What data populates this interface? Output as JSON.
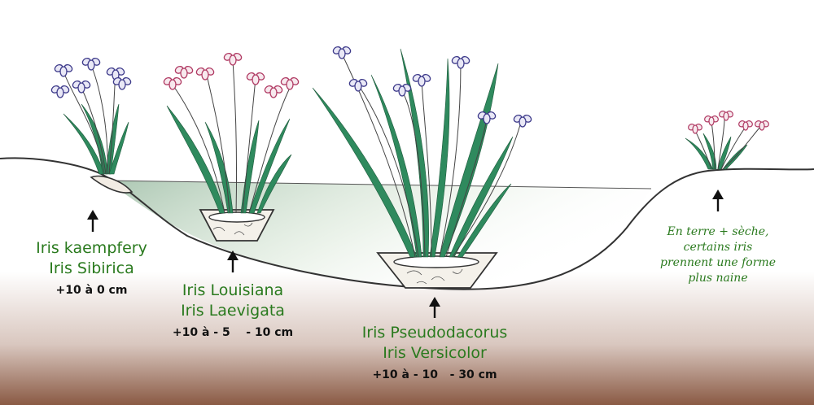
{
  "groups": [
    {
      "name1": "Iris kaempfery",
      "name2": "Iris Sibirica",
      "depth": "+10 à 0 cm"
    },
    {
      "name1": "Iris Louisiana",
      "name2": "Iris Laevigata",
      "depth": "+10 à - 5    - 10 cm"
    },
    {
      "name1": "Iris Pseudodacorus",
      "name2": "Iris Versicolor",
      "depth": "+10 à - 10   - 30 cm"
    }
  ],
  "note": {
    "line1": "En terre + sèche,",
    "line2": "certains iris",
    "line3": "prennent une forme",
    "line4": "plus naine"
  },
  "colors": {
    "label_green": "#2a7a1e",
    "leaf": "#2f8a5e",
    "water": "#9fbf9a",
    "soil": "#8a5a44",
    "flower_blue": "#3d3a8a",
    "flower_pink": "#b03a63"
  }
}
